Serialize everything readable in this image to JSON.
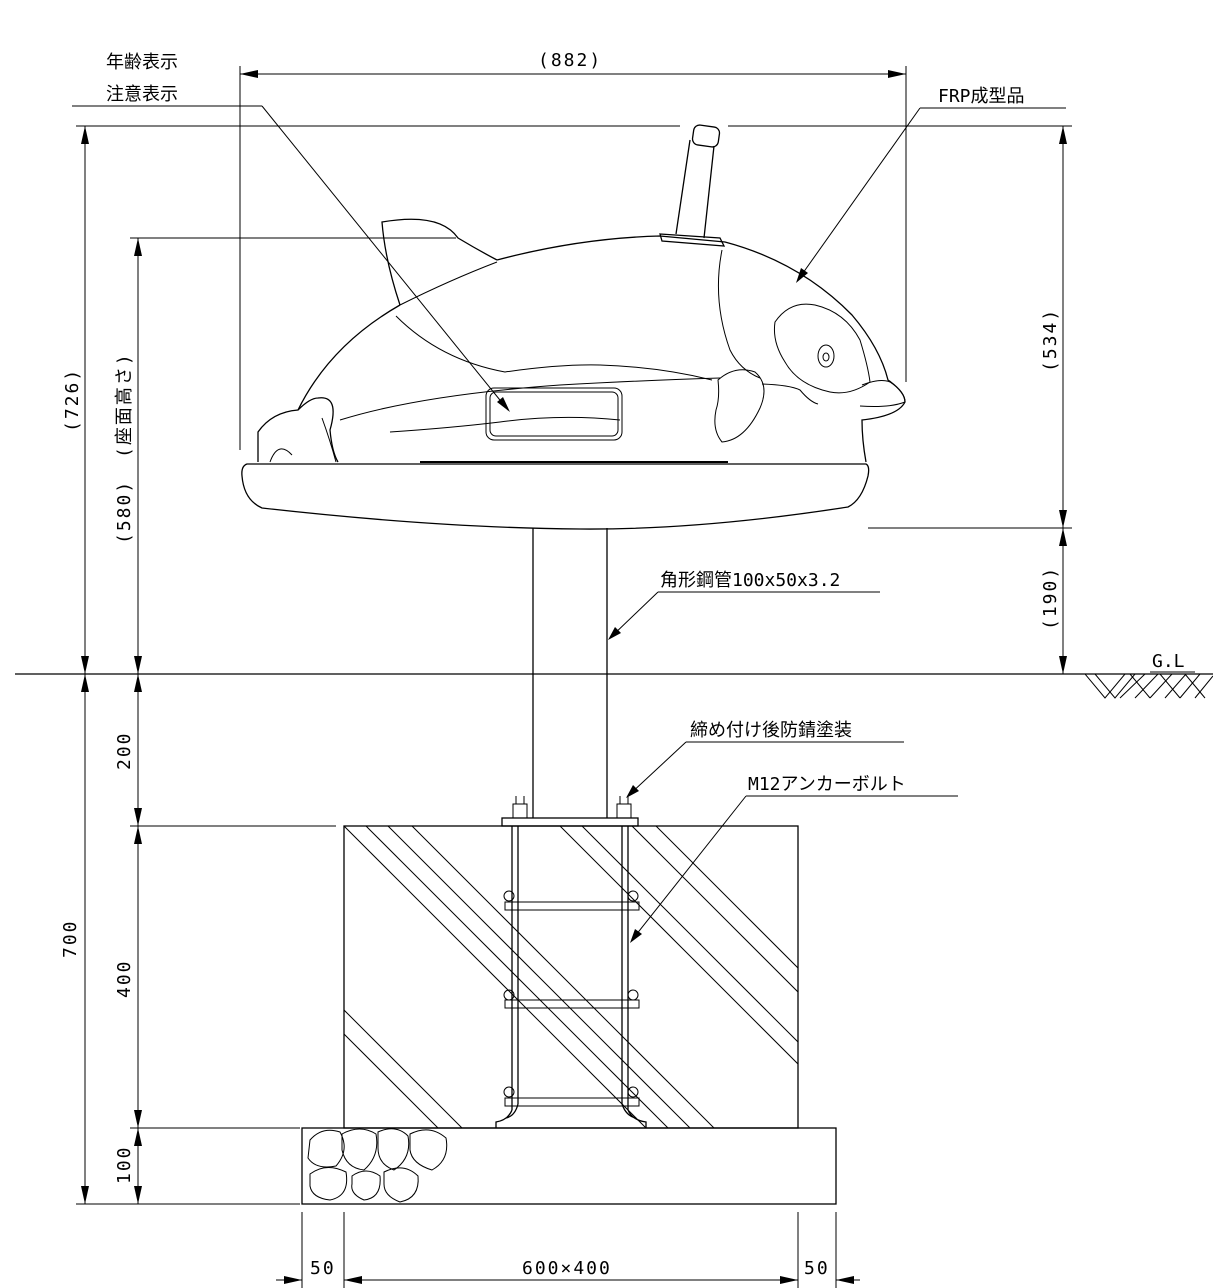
{
  "labels": {
    "age_display": "年齢表示",
    "caution_display": "注意表示",
    "frp": "FRP成型品",
    "steel_pipe": "角形鋼管100x50x3.2",
    "rustproof": "締め付け後防錆塗装",
    "anchor_bolt": "M12アンカーボルト",
    "ground_level": "G.L"
  },
  "dimensions": {
    "width_total": "(882)",
    "height_total": "(726)",
    "seat_height": "(580)",
    "seat_height_note": "(座面高さ)",
    "body_height": "(534)",
    "post_height": "(190)",
    "embed_depth": "200",
    "foundation_depth": "700",
    "concrete_height": "400",
    "gravel_height": "100",
    "base_size": "600×400",
    "margin_left": "50",
    "margin_right": "50"
  }
}
